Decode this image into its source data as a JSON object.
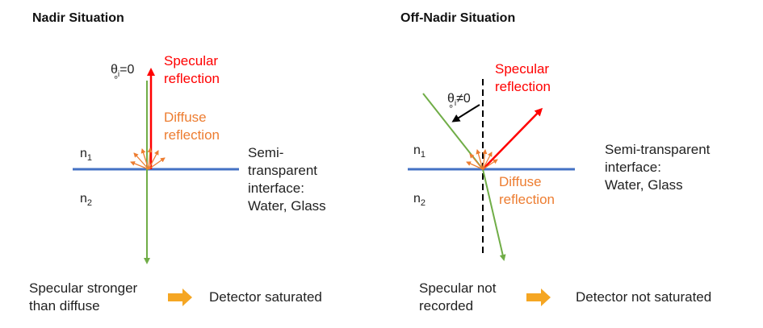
{
  "colors": {
    "specular": "#ff0000",
    "diffuse": "#ed7d31",
    "interface": "#4472c4",
    "ray": "#70ad47",
    "arrow_block": "#f5a623",
    "normal": "#000000"
  },
  "left_panel": {
    "title": "Nadir Situation",
    "theta_symbol": "θ",
    "theta_sub": "i",
    "theta_value": "=0",
    "degree_mark": "°",
    "specular_line1": "Specular",
    "specular_line2": "reflection",
    "diffuse_line1": "Diffuse",
    "diffuse_line2": "reflection",
    "n1_base": "n",
    "n1_sub": "1",
    "n2_base": "n",
    "n2_sub": "2",
    "interface_line1": "Semi-",
    "interface_line2": "transparent",
    "interface_line3": "interface:",
    "interface_line4": "Water, Glass",
    "result_line1": "Specular stronger",
    "result_line2": "than diffuse",
    "outcome": "Detector saturated",
    "result_arrow": "orange-right-arrow-icon"
  },
  "right_panel": {
    "title": "Off-Nadir Situation",
    "theta_symbol": "θ",
    "theta_sub": "i",
    "theta_value": "≠0",
    "degree_mark": "°",
    "specular_line1": "Specular",
    "specular_line2": "reflection",
    "diffuse_line1": "Diffuse",
    "diffuse_line2": "reflection",
    "n1_base": "n",
    "n1_sub": "1",
    "n2_base": "n",
    "n2_sub": "2",
    "interface_line1": "Semi-transparent",
    "interface_line2": "interface:",
    "interface_line3": "Water, Glass",
    "result_line1": "Specular not",
    "result_line2": "recorded",
    "outcome": "Detector not saturated",
    "result_arrow": "orange-right-arrow-icon"
  }
}
